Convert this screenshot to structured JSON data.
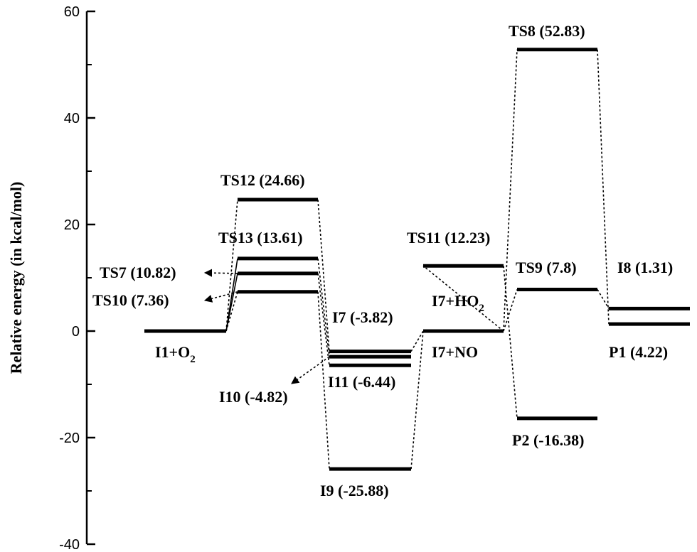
{
  "chart_data": {
    "type": "energy-level-diagram",
    "ylabel": "Relative energy (in kcal/mol)",
    "ylim": [
      -40,
      60
    ],
    "yticks": [
      -40,
      -20,
      0,
      20,
      40,
      60
    ],
    "levels": [
      {
        "id": "I1O2",
        "label": "I1+O",
        "sub": "2",
        "energy": 0
      },
      {
        "id": "TS7",
        "label": "TS7 (10.82)",
        "energy": 10.82
      },
      {
        "id": "TS10",
        "label": "TS10 (7.36)",
        "energy": 7.36
      },
      {
        "id": "TS13",
        "label": "TS13 (13.61)",
        "energy": 13.61
      },
      {
        "id": "TS12",
        "label": "TS12 (24.66)",
        "energy": 24.66
      },
      {
        "id": "I7",
        "label": "I7 (-3.82)",
        "energy": -3.82
      },
      {
        "id": "I10",
        "label": "I10 (-4.82)",
        "energy": -4.82
      },
      {
        "id": "I11",
        "label": "I11 (-6.44)",
        "energy": -6.44
      },
      {
        "id": "I9",
        "label": "I9 (-25.88)",
        "energy": -25.88
      },
      {
        "id": "I7NO",
        "label": "I7+NO",
        "energy": 0
      },
      {
        "id": "I7HO2",
        "label": "I7+HO",
        "sub": "2",
        "energy": 0
      },
      {
        "id": "TS11",
        "label": "TS11 (12.23)",
        "energy": 12.23
      },
      {
        "id": "TS8",
        "label": "TS8 (52.83)",
        "energy": 52.83
      },
      {
        "id": "TS9",
        "label": "TS9 (7.8)",
        "energy": 7.8
      },
      {
        "id": "P2",
        "label": "P2 (-16.38)",
        "energy": -16.38
      },
      {
        "id": "I8",
        "label": "I8 (1.31)",
        "energy": 1.31
      },
      {
        "id": "P1",
        "label": "P1 (4.22)",
        "energy": 4.22
      }
    ],
    "connections": [
      [
        "I1O2",
        "TS13"
      ],
      [
        "I1O2",
        "TS12"
      ],
      [
        "I1O2",
        "TS7"
      ],
      [
        "I1O2",
        "TS10"
      ],
      [
        "TS12",
        "I7"
      ],
      [
        "TS13",
        "I10"
      ],
      [
        "TS7",
        "I11"
      ],
      [
        "TS10",
        "I9"
      ],
      [
        "I9",
        "I7NO"
      ],
      [
        "I7",
        "I7HO2"
      ],
      [
        "I7NO",
        "TS11"
      ],
      [
        "I7HO2",
        "TS8"
      ],
      [
        "I7HO2",
        "TS9"
      ],
      [
        "TS11",
        "P2"
      ],
      [
        "TS8",
        "I8"
      ],
      [
        "TS9",
        "P1"
      ]
    ]
  }
}
